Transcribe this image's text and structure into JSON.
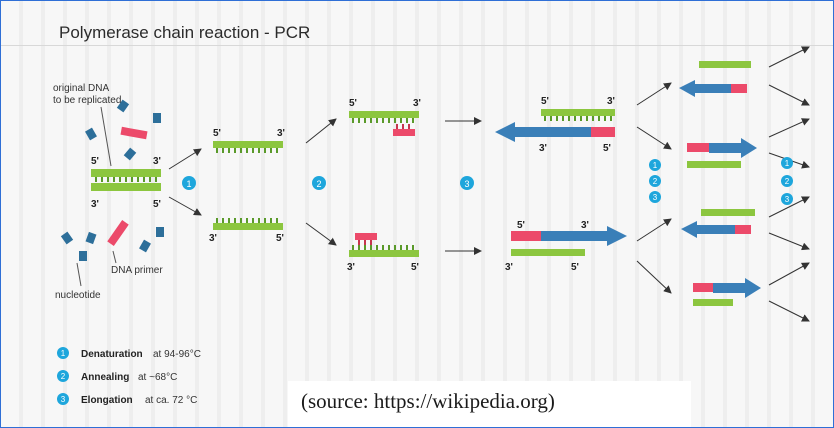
{
  "title": "Polymerase chain reaction - PCR",
  "labels": {
    "original_dna": [
      "original DNA",
      "to be replicated"
    ],
    "dna_primer": "DNA primer",
    "nucleotide": "nucleotide",
    "five_prime": "5'",
    "three_prime": "3'"
  },
  "steps": [
    {
      "num": "1",
      "name": "Denaturation",
      "detail": "at 94-96°C"
    },
    {
      "num": "2",
      "name": "Annealing",
      "detail": "at ~68°C"
    },
    {
      "num": "3",
      "name": "Elongation",
      "detail": "at ca. 72 °C"
    }
  ],
  "source": "(source: https://wikipedia.org)",
  "colors": {
    "template_strand": "#8cc63f",
    "primer": "#ec4a6a",
    "new_strand": "#3a7fb8",
    "step_badge": "#1ea6dc",
    "nucleotide": "#2d6f9a"
  }
}
